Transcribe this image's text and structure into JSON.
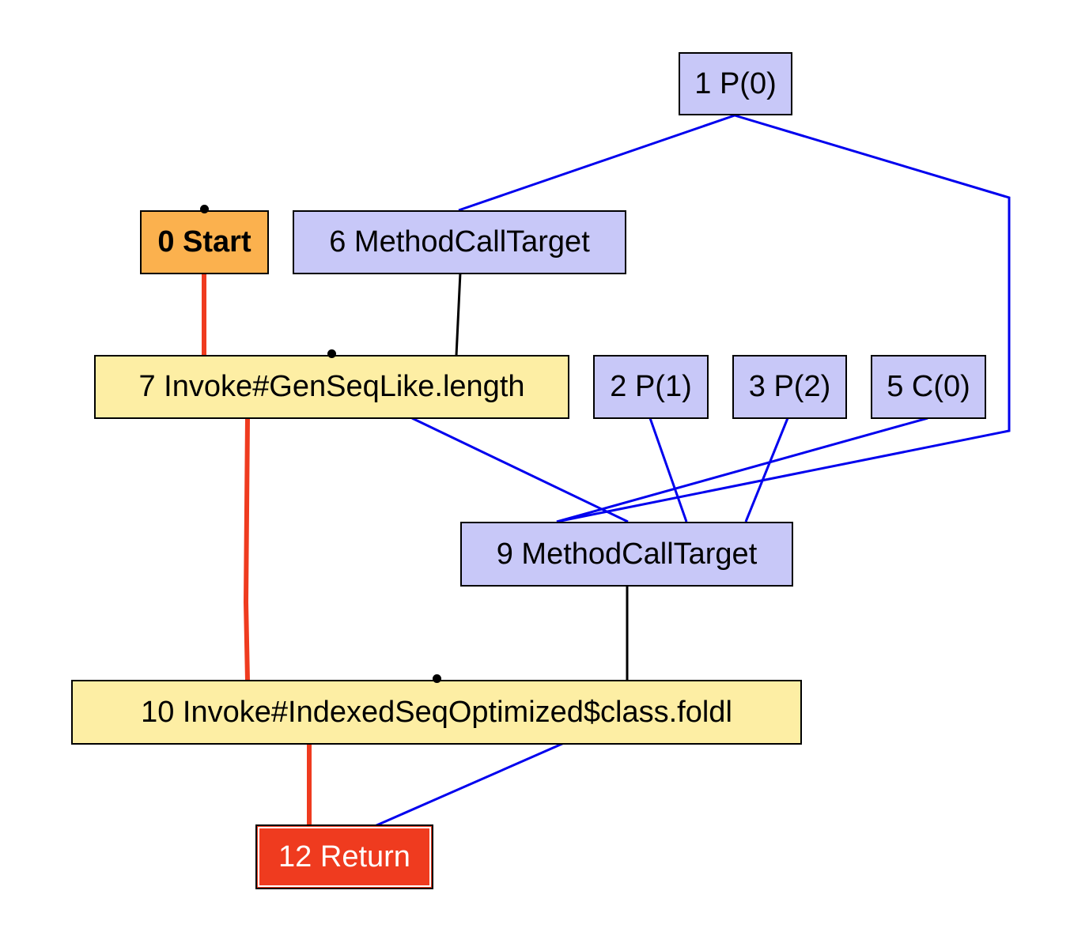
{
  "graph": {
    "nodes": {
      "n1": {
        "label": "1 P(0)"
      },
      "n0": {
        "label": "0 Start"
      },
      "n6": {
        "label": "6 MethodCallTarget"
      },
      "n7": {
        "label": "7 Invoke#GenSeqLike.length"
      },
      "n2": {
        "label": "2 P(1)"
      },
      "n3": {
        "label": "3 P(2)"
      },
      "n5": {
        "label": "5 C(0)"
      },
      "n9": {
        "label": "9 MethodCallTarget"
      },
      "n10": {
        "label": "10 Invoke#IndexedSeqOptimized$class.foldl"
      },
      "n12": {
        "label": "12 Return"
      }
    },
    "edges": [
      {
        "from": "0 Start",
        "to": "7 Invoke#GenSeqLike.length",
        "kind": "control"
      },
      {
        "from": "7 Invoke#GenSeqLike.length",
        "to": "10 Invoke#IndexedSeqOptimized$class.foldl",
        "kind": "control"
      },
      {
        "from": "10 Invoke#IndexedSeqOptimized$class.foldl",
        "to": "12 Return",
        "kind": "control"
      },
      {
        "from": "1 P(0)",
        "to": "6 MethodCallTarget",
        "kind": "data"
      },
      {
        "from": "1 P(0)",
        "to": "9 MethodCallTarget",
        "kind": "data"
      },
      {
        "from": "7 Invoke#GenSeqLike.length",
        "to": "9 MethodCallTarget",
        "kind": "data"
      },
      {
        "from": "2 P(1)",
        "to": "9 MethodCallTarget",
        "kind": "data"
      },
      {
        "from": "3 P(2)",
        "to": "9 MethodCallTarget",
        "kind": "data"
      },
      {
        "from": "5 C(0)",
        "to": "9 MethodCallTarget",
        "kind": "data"
      },
      {
        "from": "10 Invoke#IndexedSeqOptimized$class.foldl",
        "to": "12 Return",
        "kind": "data"
      },
      {
        "from": "6 MethodCallTarget",
        "to": "7 Invoke#GenSeqLike.length",
        "kind": "call-target"
      },
      {
        "from": "9 MethodCallTarget",
        "to": "10 Invoke#IndexedSeqOptimized$class.foldl",
        "kind": "call-target"
      }
    ],
    "colors": {
      "control_edge": "#ef3b1f",
      "data_edge": "#0000ee",
      "call_target_edge": "#000000",
      "param_fill": "#c8c8f8",
      "invoke_fill": "#fdeea4",
      "start_fill": "#fbb14e",
      "return_fill": "#ef3b1f"
    }
  }
}
